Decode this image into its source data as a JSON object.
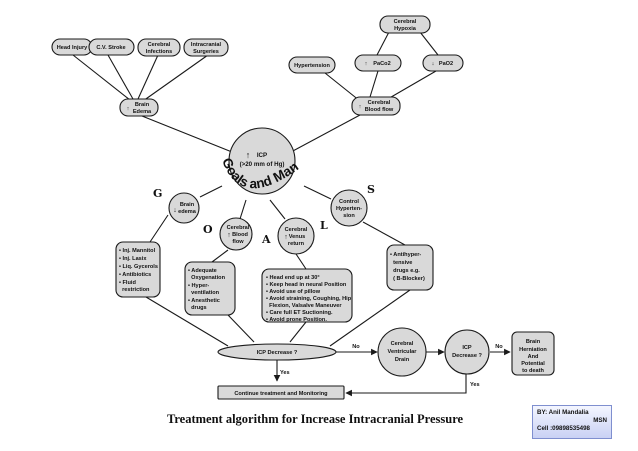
{
  "causes": {
    "head_injury": "Head Injury",
    "cv_stroke": "C.V. Stroke",
    "cerebral_infections": [
      "Cerebral",
      "Infections"
    ],
    "intracranial_surgeries": [
      "Intracranial",
      "Surgeries"
    ],
    "brain_edema": [
      "Brain",
      "Edema"
    ],
    "cerebral_hypoxia": [
      "Cerebral",
      "Hypoxia"
    ],
    "hypertension": "Hypertension",
    "paco2": "PaCo2",
    "pao2": "PaO2",
    "cerebral_blood_flow": [
      "Cerebral",
      "Blood flow"
    ]
  },
  "center": {
    "icp": "ICP",
    "icp_value": "(>20 mm of Hg)",
    "arc_text": "Goals and Management"
  },
  "goal_letters": [
    "G",
    "O",
    "A",
    "L",
    "S"
  ],
  "goals": {
    "brain_edema": [
      "Brain",
      "edema"
    ],
    "cerebral_blood_flow": [
      "Cerebral",
      "Blood",
      "flow"
    ],
    "cerebral_venus_return": [
      "Cerebral",
      "Venus",
      "return"
    ],
    "control_hypertension": [
      "Control",
      "Hyperten-",
      "sion"
    ]
  },
  "management": {
    "edema_box": [
      "• Inj. Mannitol",
      "• Inj. Lasix",
      "• Liq. Gycerols",
      "• Antibiotics",
      "• Fluid",
      "  restriction"
    ],
    "oxygen_box": [
      "• Adequate",
      "  Oxygenation",
      "• Hyper-",
      "  ventilation",
      "• Anesthetic",
      "  drugs"
    ],
    "venous_box": [
      "• Head end  up at 30°",
      "• Keep head in neural Position",
      "• Avoid use of pillow",
      "• Avoid straining, Coughing, Hip",
      "  Flexion, Valsalve Maneuver",
      "• Care full ET Suctioning.",
      "• Avoid prone Position."
    ],
    "bp_box": [
      "• Antihyper-",
      "  tensive",
      "  drugs e.g.",
      "  ( B-Blocker)"
    ]
  },
  "flow": {
    "icp_decrease_1": "ICP Decrease ?",
    "no_1": "No",
    "yes_1": "Yes",
    "ventricular_drain": [
      "Cerebral",
      "Ventricular",
      "Drain"
    ],
    "icp_decrease_2": [
      "ICP",
      "Decrease ?"
    ],
    "no_2": "No",
    "yes_2": "Yes",
    "herniation": [
      "Brain",
      "Herniation",
      "And",
      "Potential",
      "to death"
    ],
    "continue": "Continue treatment and Monitoring"
  },
  "title": "Treatment algorithm for Increase Intracranial Pressure",
  "author": {
    "line1": "BY: Anil Mandalia",
    "line2": "MSN",
    "line3": "Cell :09898535498"
  }
}
